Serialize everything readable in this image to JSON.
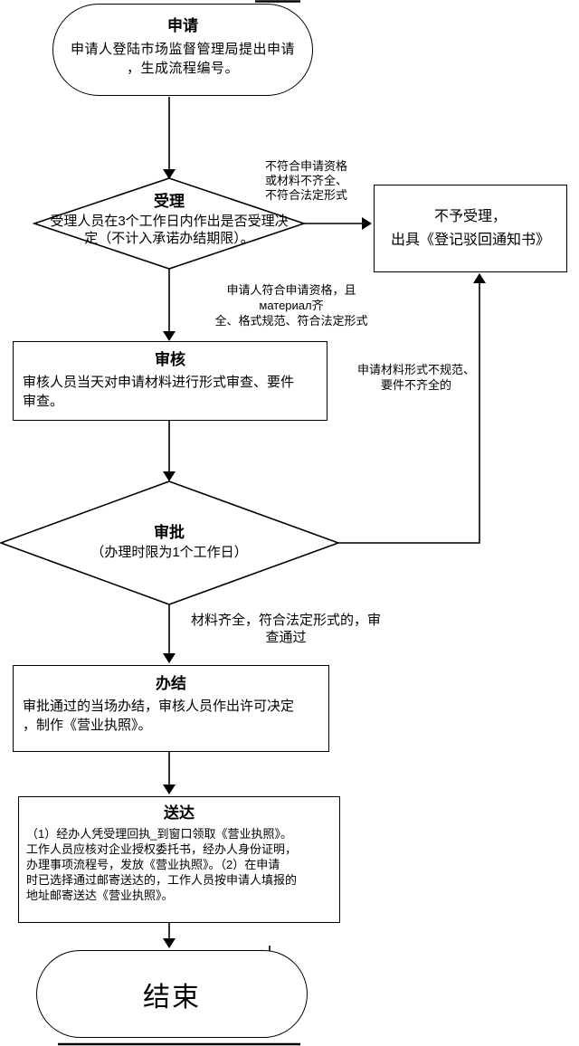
{
  "nodes": {
    "start": {
      "title": "申请",
      "body": "申请人登陆市场监督管理局提出申请\n，生成流程编号。"
    },
    "accept": {
      "title": "受理",
      "body": "受理人员在3个工作日内作出是否受理决\n定（不计入承诺办结期限）。"
    },
    "reject": {
      "body": "不予受理，\n出具《登记驳回通知书》"
    },
    "review": {
      "title": "审核",
      "body": "审核人员当天对申请材料进行形式审查、要件\n审查。"
    },
    "approve": {
      "title": "审批",
      "subtitle": "（办理时限为1个工作日）"
    },
    "complete": {
      "title": "办结",
      "body": "审批通过的当场办结，审核人员作出许可决定\n，制作《营业执照》。"
    },
    "deliver": {
      "title": "送达",
      "body": "（1）经办人凭受理回执_到窗口领取《营业执照》。\n工作人员应核对企业授权委托书，经办人身份证明，\n办理事项流程号，发放《营业执照》。（2）在申请\n时已选择通过邮寄送达的，工作人员按申请人填报的\n地址邮寄送达《营业执照》。"
    },
    "end": {
      "title": "结束"
    }
  },
  "edge_labels": {
    "to_reject": "不符合申请资格\n或材料不齐全、\n不符合法定形式",
    "to_review": "申请人符合申请资格，且материал齐\n全、格式规范、符合法定形式",
    "approve_to_reject": "申请材料形式不规范、\n要件不齐全的",
    "to_complete": "材料齐全，符合法定形式的，审\n查通过"
  },
  "colors": {
    "line": "#000000",
    "node_fill": "#ffffff",
    "text": "#000000"
  }
}
